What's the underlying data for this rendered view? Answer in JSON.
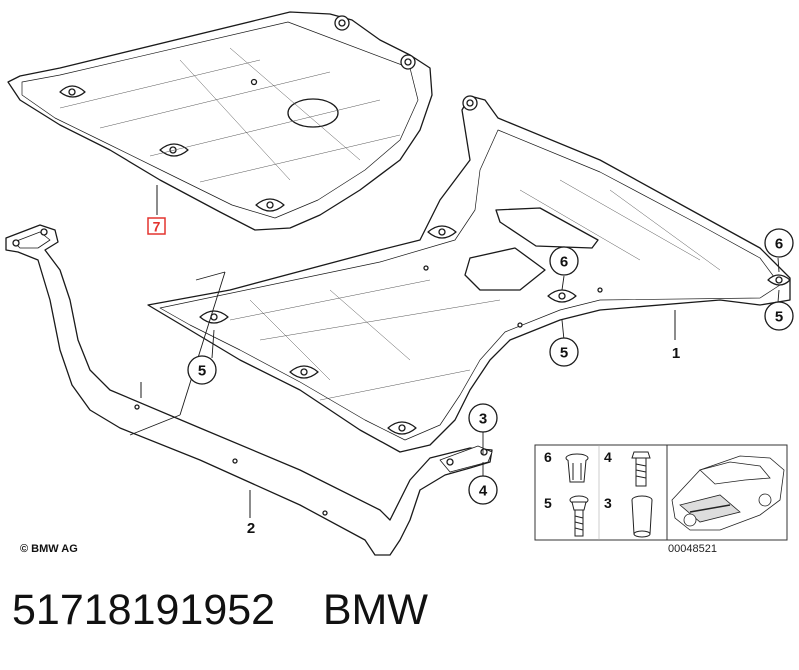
{
  "callouts": {
    "c6_right": "6",
    "c5_right": "5",
    "c6_center": "6",
    "c5_center": "5",
    "c5_left": "5",
    "c3": "3",
    "c4": "4"
  },
  "labels": {
    "part1": "1",
    "part2": "2",
    "part7": "7"
  },
  "legend": {
    "items": [
      "6",
      "4",
      "5",
      "3"
    ]
  },
  "diagram_number": "00048521",
  "copyright": "© BMW AG",
  "caption": {
    "part_number": "51718191952",
    "brand": "BMW"
  },
  "colors": {
    "line": "#1a1a1a",
    "fill": "#ffffff",
    "highlight": "#e3342f"
  }
}
